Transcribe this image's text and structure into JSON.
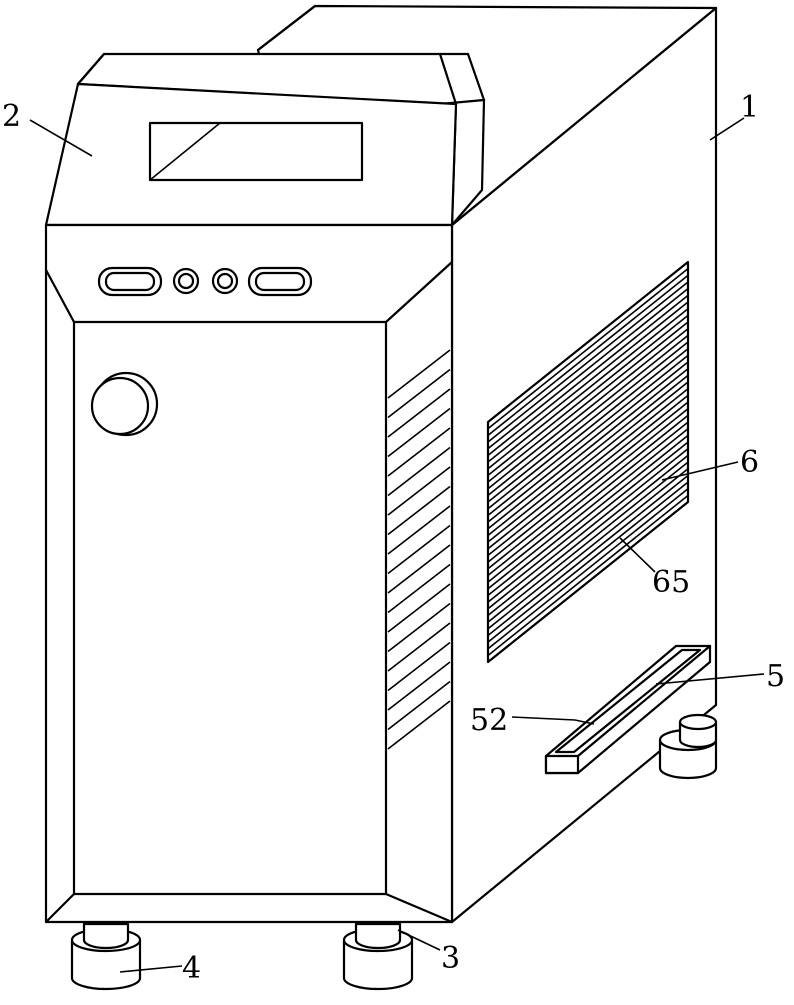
{
  "figure": {
    "labels": [
      {
        "id": "1",
        "text": "1"
      },
      {
        "id": "2",
        "text": "2"
      },
      {
        "id": "3",
        "text": "3"
      },
      {
        "id": "4",
        "text": "4"
      },
      {
        "id": "5",
        "text": "5"
      },
      {
        "id": "6",
        "text": "6"
      },
      {
        "id": "52",
        "text": "52"
      },
      {
        "id": "65",
        "text": "65"
      }
    ]
  }
}
